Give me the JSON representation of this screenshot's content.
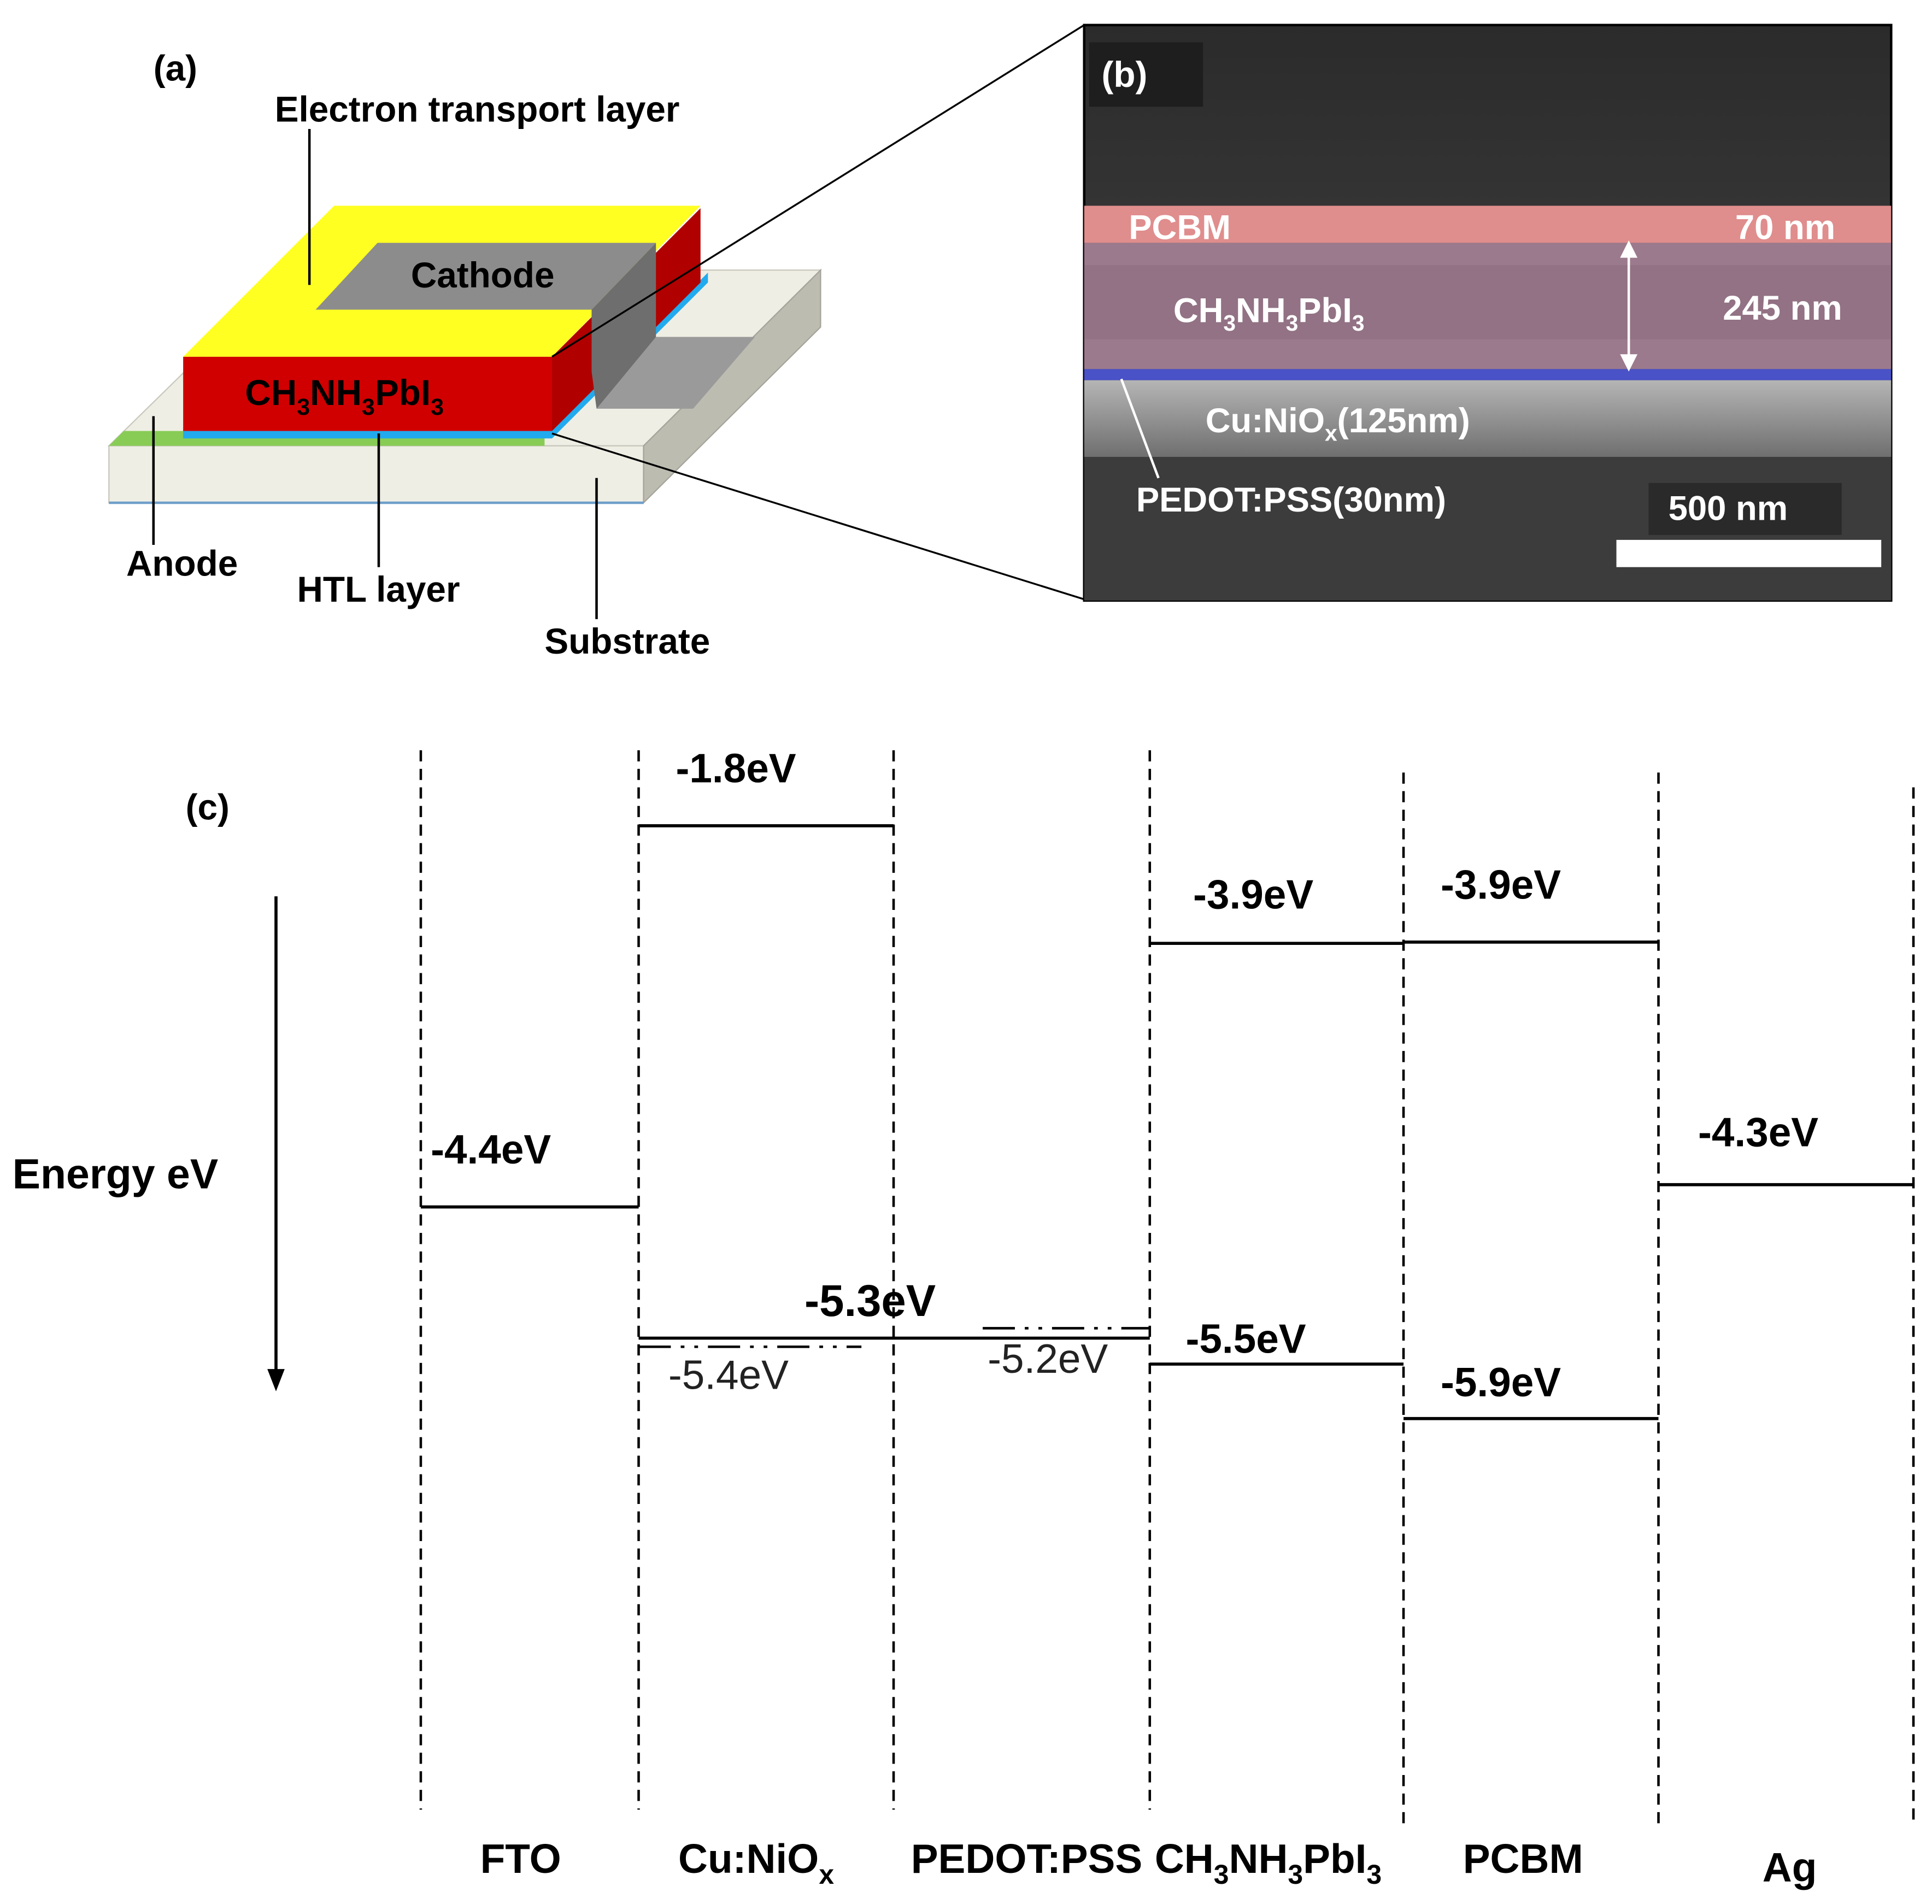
{
  "panel_a": {
    "label": "(a)",
    "etl_label": "Electron transport layer",
    "cathode_label": "Cathode",
    "perovskite_label": {
      "base": "CH",
      "s1": "3",
      "mid": "NH",
      "s2": "3",
      "tail": "PbI",
      "s3": "3"
    },
    "anode_label": "Anode",
    "htl_label": "HTL layer",
    "substrate_label": "Substrate",
    "colors": {
      "etl": "#ffff22",
      "perovskite": "#d00000",
      "htl": "#22aaee",
      "anode": "#88cc55",
      "substrate": "#efeee4",
      "cathode": "#8c8c8c"
    }
  },
  "panel_b": {
    "label": "(b)",
    "pcbm_label": "PCBM",
    "pcbm_thickness": "70 nm",
    "perovskite_label": {
      "base": "CH",
      "s1": "3",
      "mid": "NH",
      "s2": "3",
      "tail": "PbI",
      "s3": "3"
    },
    "perovskite_thickness": "245 nm",
    "cunio_label": {
      "base": "Cu:NiO",
      "sub": "x",
      "tail": "(125nm)"
    },
    "pedot_label": "PEDOT:PSS(30nm)",
    "scale_bar_label": "500 nm"
  },
  "panel_c": {
    "label": "(c)",
    "axis_label": "Energy eV",
    "materials": {
      "fto": "FTO",
      "cunio": {
        "base": "Cu:NiO",
        "sub": "x"
      },
      "pedot": "PEDOT:PSS",
      "perovskite": {
        "base": "CH",
        "s1": "3",
        "mid": "NH",
        "s2": "3",
        "tail": "PbI",
        "s3": "3"
      },
      "pcbm": "PCBM",
      "ag": "Ag"
    },
    "levels": {
      "fto": "-4.4eV",
      "cunio_cb": "-1.8eV",
      "cunio_vb": "-5.4eV",
      "cunio_mid": "-5.3eV",
      "pedot": "-5.2eV",
      "perovskite_cb": "-3.9eV",
      "perovskite_vb": "-5.5eV",
      "pcbm_lumo": "-3.9eV",
      "pcbm_homo": "-5.9eV",
      "ag": "-4.3eV"
    }
  }
}
